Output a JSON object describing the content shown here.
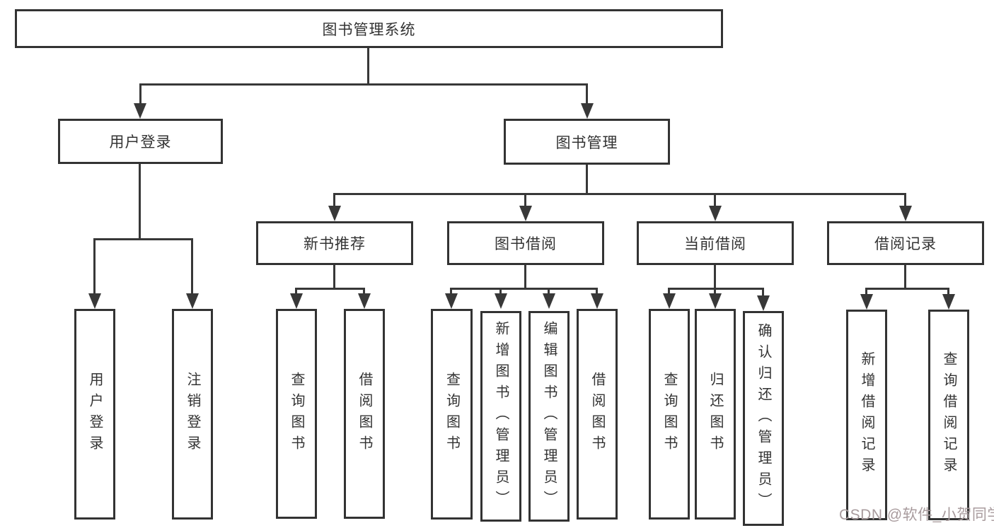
{
  "diagram_type": "hierarchy-tree",
  "colors": {
    "line": "#383838",
    "box_border": "#333333",
    "box_fill": "#ffffff",
    "text": "#333333",
    "watermark": "#a89b9d",
    "background": "#ffffff"
  },
  "nodes": {
    "root": {
      "label": "图书管理系统"
    },
    "branches": [
      {
        "id": "user-login",
        "label": "用户登录",
        "children": [
          {
            "label": "用户登录"
          },
          {
            "label": "注销登录"
          }
        ]
      },
      {
        "id": "book-management",
        "label": "图书管理"
      }
    ],
    "modules": [
      {
        "id": "new-book-recommend",
        "label": "新书推荐",
        "children": [
          {
            "label": "查询图书"
          },
          {
            "label": "借阅图书"
          }
        ]
      },
      {
        "id": "book-borrow",
        "label": "图书借阅",
        "children": [
          {
            "label": "查询图书"
          },
          {
            "label": "新增图书（管理员）"
          },
          {
            "label": "编辑图书（管理员）"
          },
          {
            "label": "借阅图书"
          }
        ]
      },
      {
        "id": "current-borrow",
        "label": "当前借阅",
        "children": [
          {
            "label": "查询图书"
          },
          {
            "label": "归还图书"
          },
          {
            "label": "确认归还（管理员）"
          }
        ]
      },
      {
        "id": "borrow-records",
        "label": "借阅记录",
        "children": [
          {
            "label": "新增借阅记录"
          },
          {
            "label": "查询借阅记录"
          }
        ]
      }
    ]
  },
  "watermark": {
    "text": "CSDN @软件_小贺同学"
  }
}
